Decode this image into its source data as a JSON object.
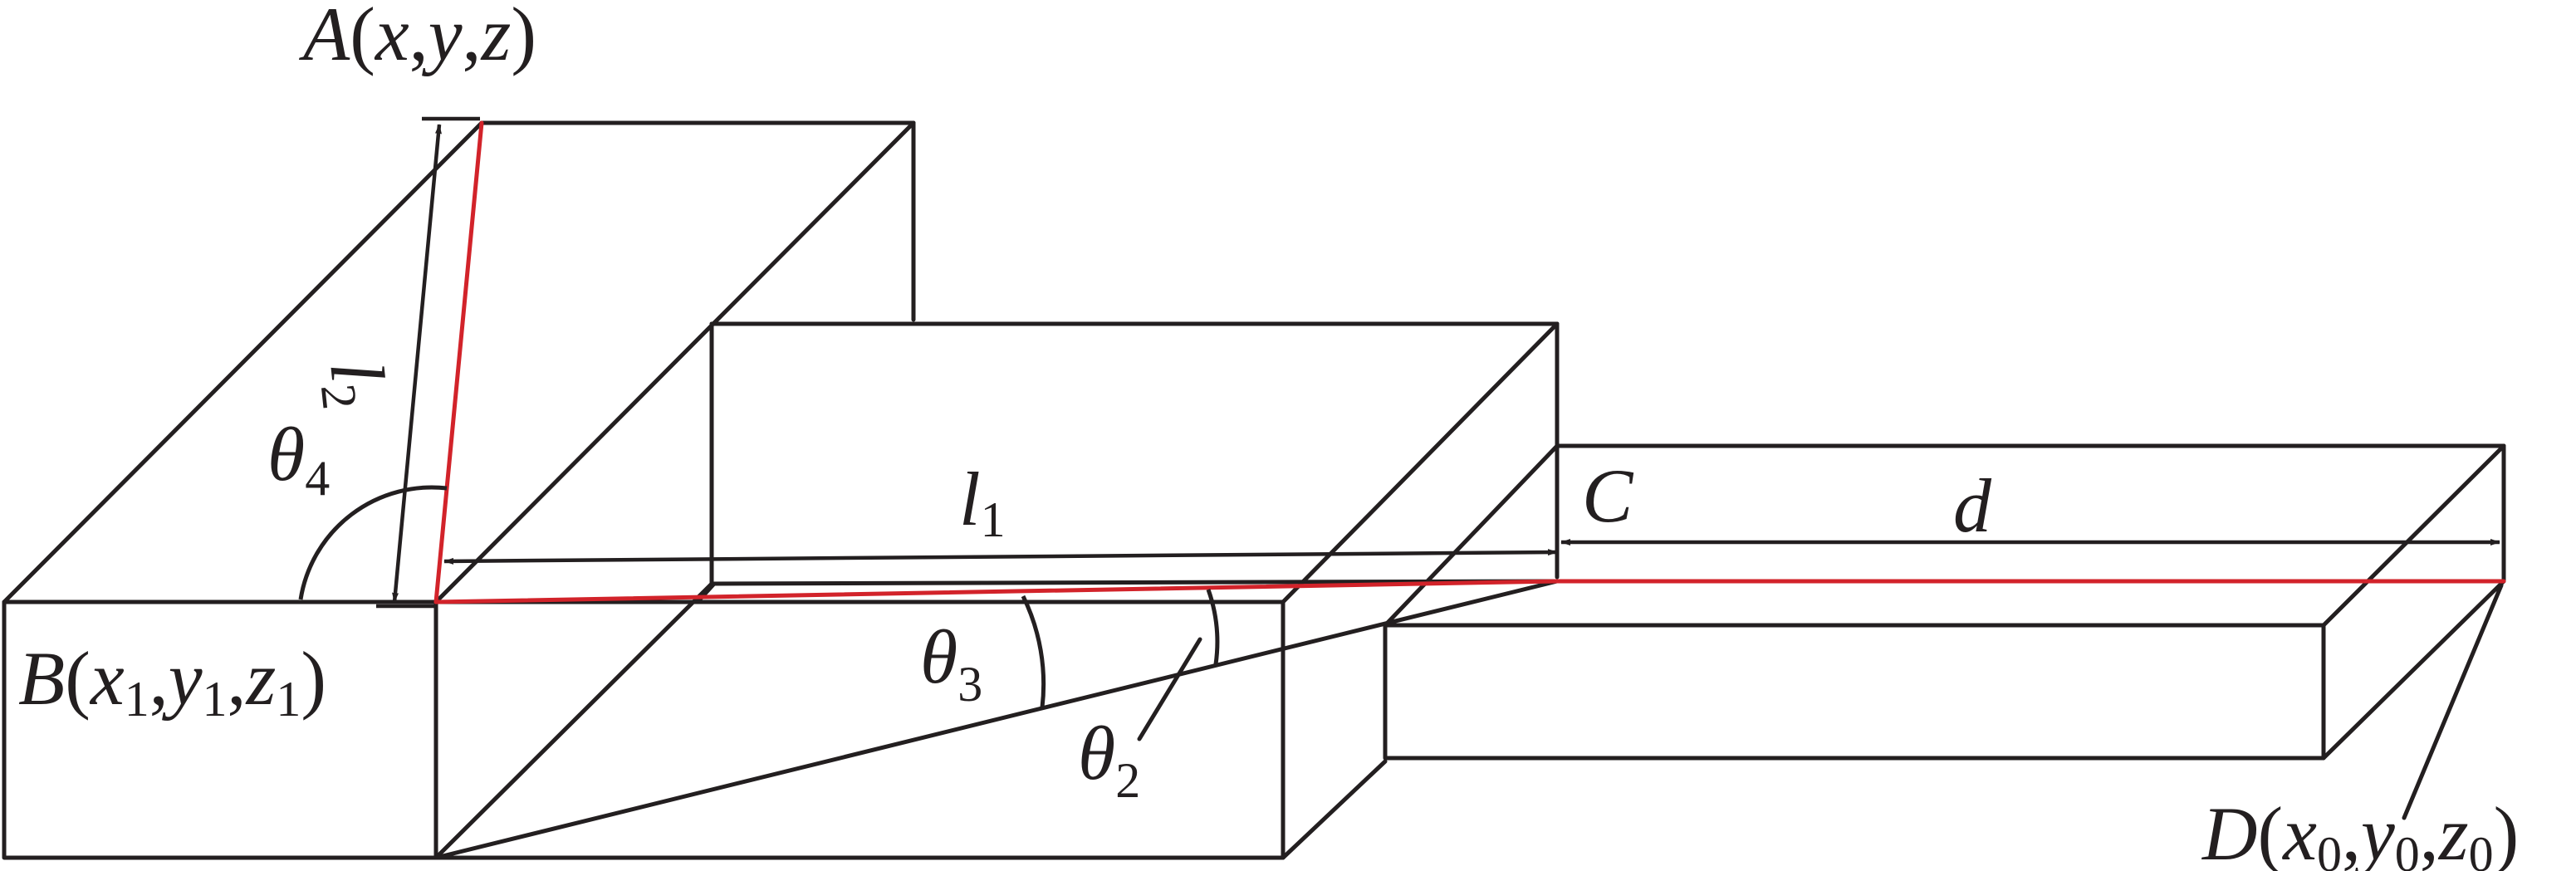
{
  "labels": {
    "A": {
      "name": "A",
      "coords": [
        "x",
        "y",
        "z"
      ]
    },
    "B": {
      "name": "B",
      "coords": [
        "x",
        "y",
        "z"
      ],
      "sub": "1"
    },
    "C": {
      "name": "C"
    },
    "D": {
      "name": "D",
      "coords": [
        "x",
        "y",
        "z"
      ],
      "sub": "0"
    },
    "l1": {
      "name": "l",
      "sub": "1"
    },
    "l2": {
      "name": "l",
      "sub": "2"
    },
    "d": {
      "name": "d"
    },
    "theta2": {
      "name": "θ",
      "sub": "2"
    },
    "theta3": {
      "name": "θ",
      "sub": "3"
    },
    "theta4": {
      "name": "θ",
      "sub": "4"
    }
  },
  "colors": {
    "line": "#231f20",
    "highlight": "#d2232a"
  }
}
